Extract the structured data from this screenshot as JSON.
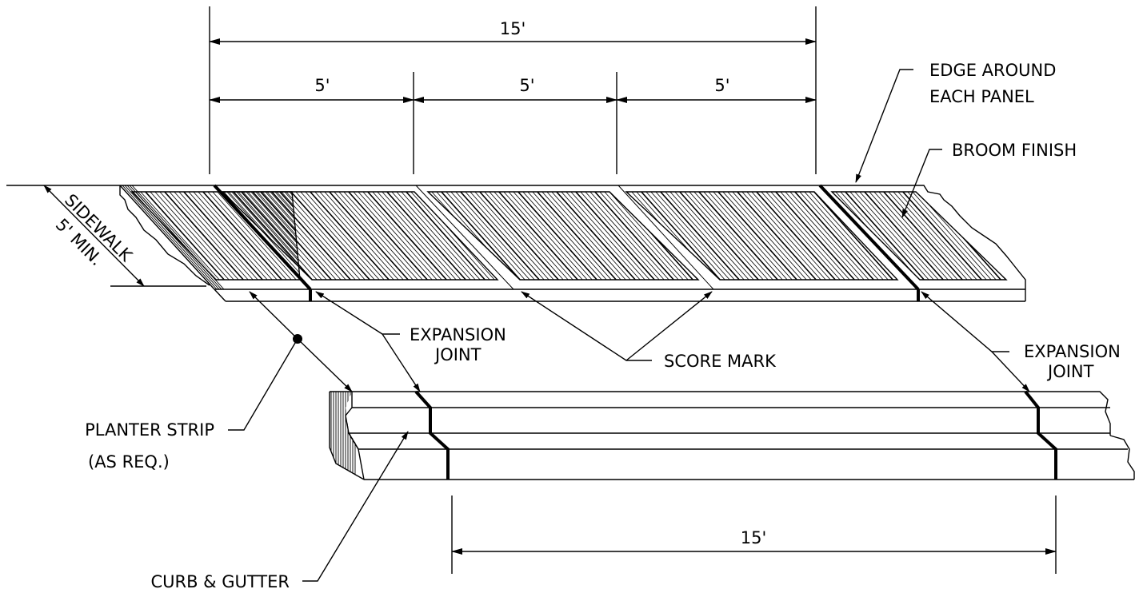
{
  "colors": {
    "ink": "#000000",
    "paper": "#ffffff"
  },
  "dimensions": {
    "top_overall": "15'",
    "top_panel_1": "5'",
    "top_panel_2": "5'",
    "top_panel_3": "5'",
    "bottom_overall": "15'"
  },
  "labels": {
    "edge_line1": "EDGE AROUND",
    "edge_line2": "EACH PANEL",
    "broom_finish": "BROOM FINISH",
    "sidewalk": "SIDEWALK",
    "sidewalk_min": "5' MIN.",
    "expansion_joint_left_1": "EXPANSION",
    "expansion_joint_left_2": "JOINT",
    "expansion_joint_right_1": "EXPANSION",
    "expansion_joint_right_2": "JOINT",
    "score_mark": "SCORE MARK",
    "planter_strip_1": "PLANTER STRIP",
    "planter_strip_2": "(AS REQ.)",
    "curb_gutter": "CURB & GUTTER"
  }
}
